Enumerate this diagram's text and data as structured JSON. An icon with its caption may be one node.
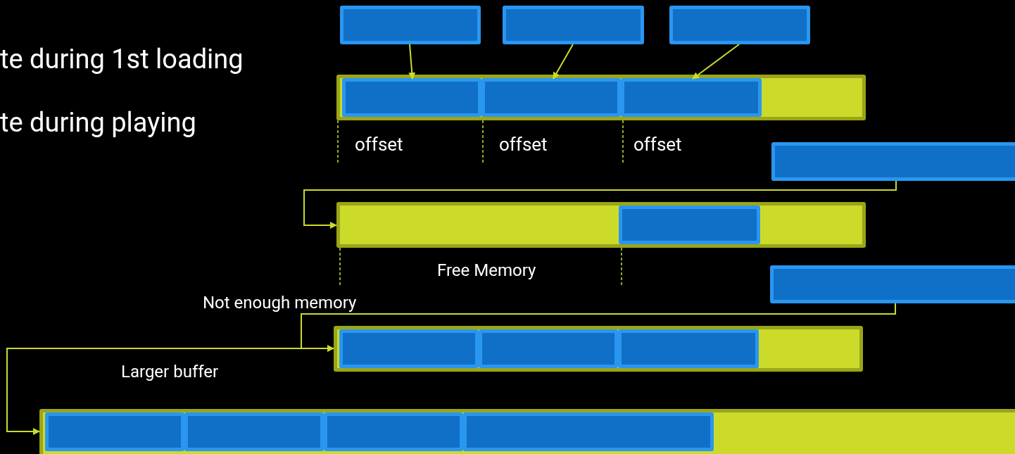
{
  "diagram": {
    "nodes": [
      {
        "text": [],
        "shape": "box"
      },
      {
        "text": [],
        "shape": "box"
      },
      {
        "text": [],
        "shape": "box"
      },
      {
        "text": [],
        "shape": "bar"
      },
      {
        "text": [],
        "shape": "box",
        "in": 3
      },
      {
        "text": [],
        "shape": "box",
        "in": 3
      },
      {
        "text": [],
        "shape": "box",
        "in": 3
      },
      {
        "text": [],
        "shape": "box"
      },
      {
        "text": [],
        "shape": "bar"
      },
      {
        "text": [],
        "shape": "box",
        "in": 8
      },
      {
        "text": [],
        "shape": "box"
      },
      {
        "text": [],
        "shape": "bar"
      },
      {
        "text": [],
        "shape": "box",
        "in": 11
      },
      {
        "text": [],
        "shape": "box",
        "in": 11
      },
      {
        "text": [],
        "shape": "box",
        "in": 11
      },
      {
        "text": [],
        "shape": "bar"
      },
      {
        "text": [],
        "shape": "box",
        "in": 15
      },
      {
        "text": [],
        "shape": "box",
        "in": 15
      },
      {
        "text": [],
        "shape": "box",
        "in": 15
      },
      {
        "text": [],
        "shape": "box",
        "in": 15
      }
    ],
    "edges": [
      {
        "from": 0,
        "to": 4,
        "arrow": "to"
      },
      {
        "from": 1,
        "to": 5,
        "arrow": "to"
      },
      {
        "from": 2,
        "to": 6,
        "arrow": "to"
      },
      {
        "from": 7,
        "to": 8,
        "arrow": "to"
      },
      {
        "from": 10,
        "to": 11,
        "arrow": "to",
        "label": "Not enough memory"
      },
      {
        "from": 10,
        "to": 15,
        "arrow": "to",
        "label": "Larger buffer"
      }
    ],
    "labels": [
      "te during 1st loading",
      "te during playing",
      "offset",
      "offset",
      "offset",
      "Free Memory"
    ]
  }
}
